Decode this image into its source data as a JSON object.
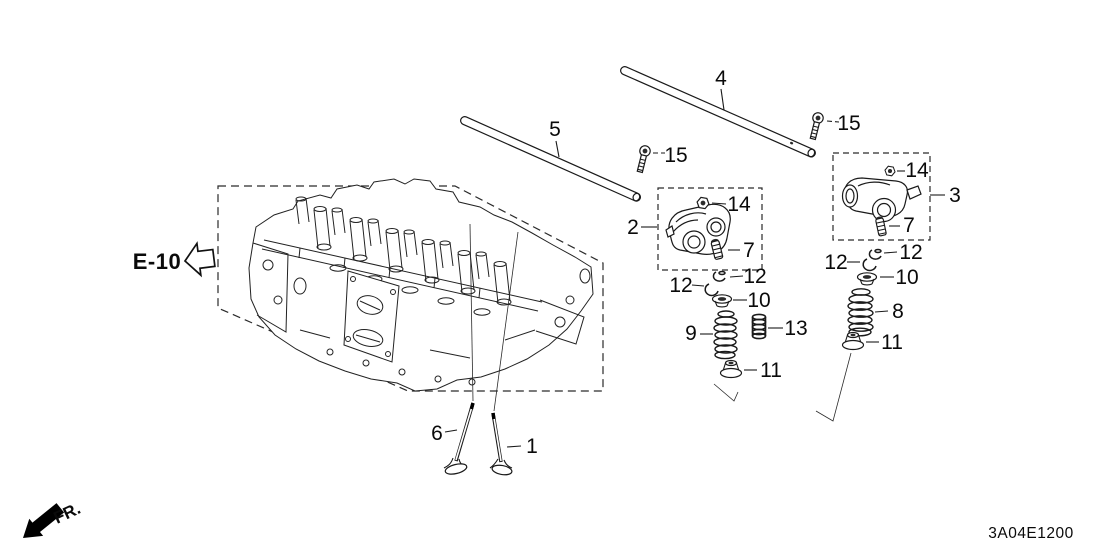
{
  "diagram": {
    "code": "3A04E1200",
    "view_ref": "E-10",
    "direction": "FR.",
    "callouts": {
      "valve_right": "1",
      "rocker_assy_a": "2",
      "rocker_assy_b": "3",
      "shaft_upper": "4",
      "shaft_lower": "5",
      "valve_left": "6",
      "adjuster_a": "7",
      "adjuster_b": "7",
      "spring_right": "8",
      "spring_mid": "9",
      "retainer_mid": "10",
      "retainer_right": "10",
      "seal_mid": "11",
      "seal_right": "11",
      "cotter_mid_left": "12",
      "cotter_mid_right": "12",
      "cotter_right_left": "12",
      "cotter_right_right": "12",
      "spring_inner": "13",
      "nut_a": "14",
      "nut_b": "14",
      "bolt_left": "15",
      "bolt_right": "15"
    }
  }
}
